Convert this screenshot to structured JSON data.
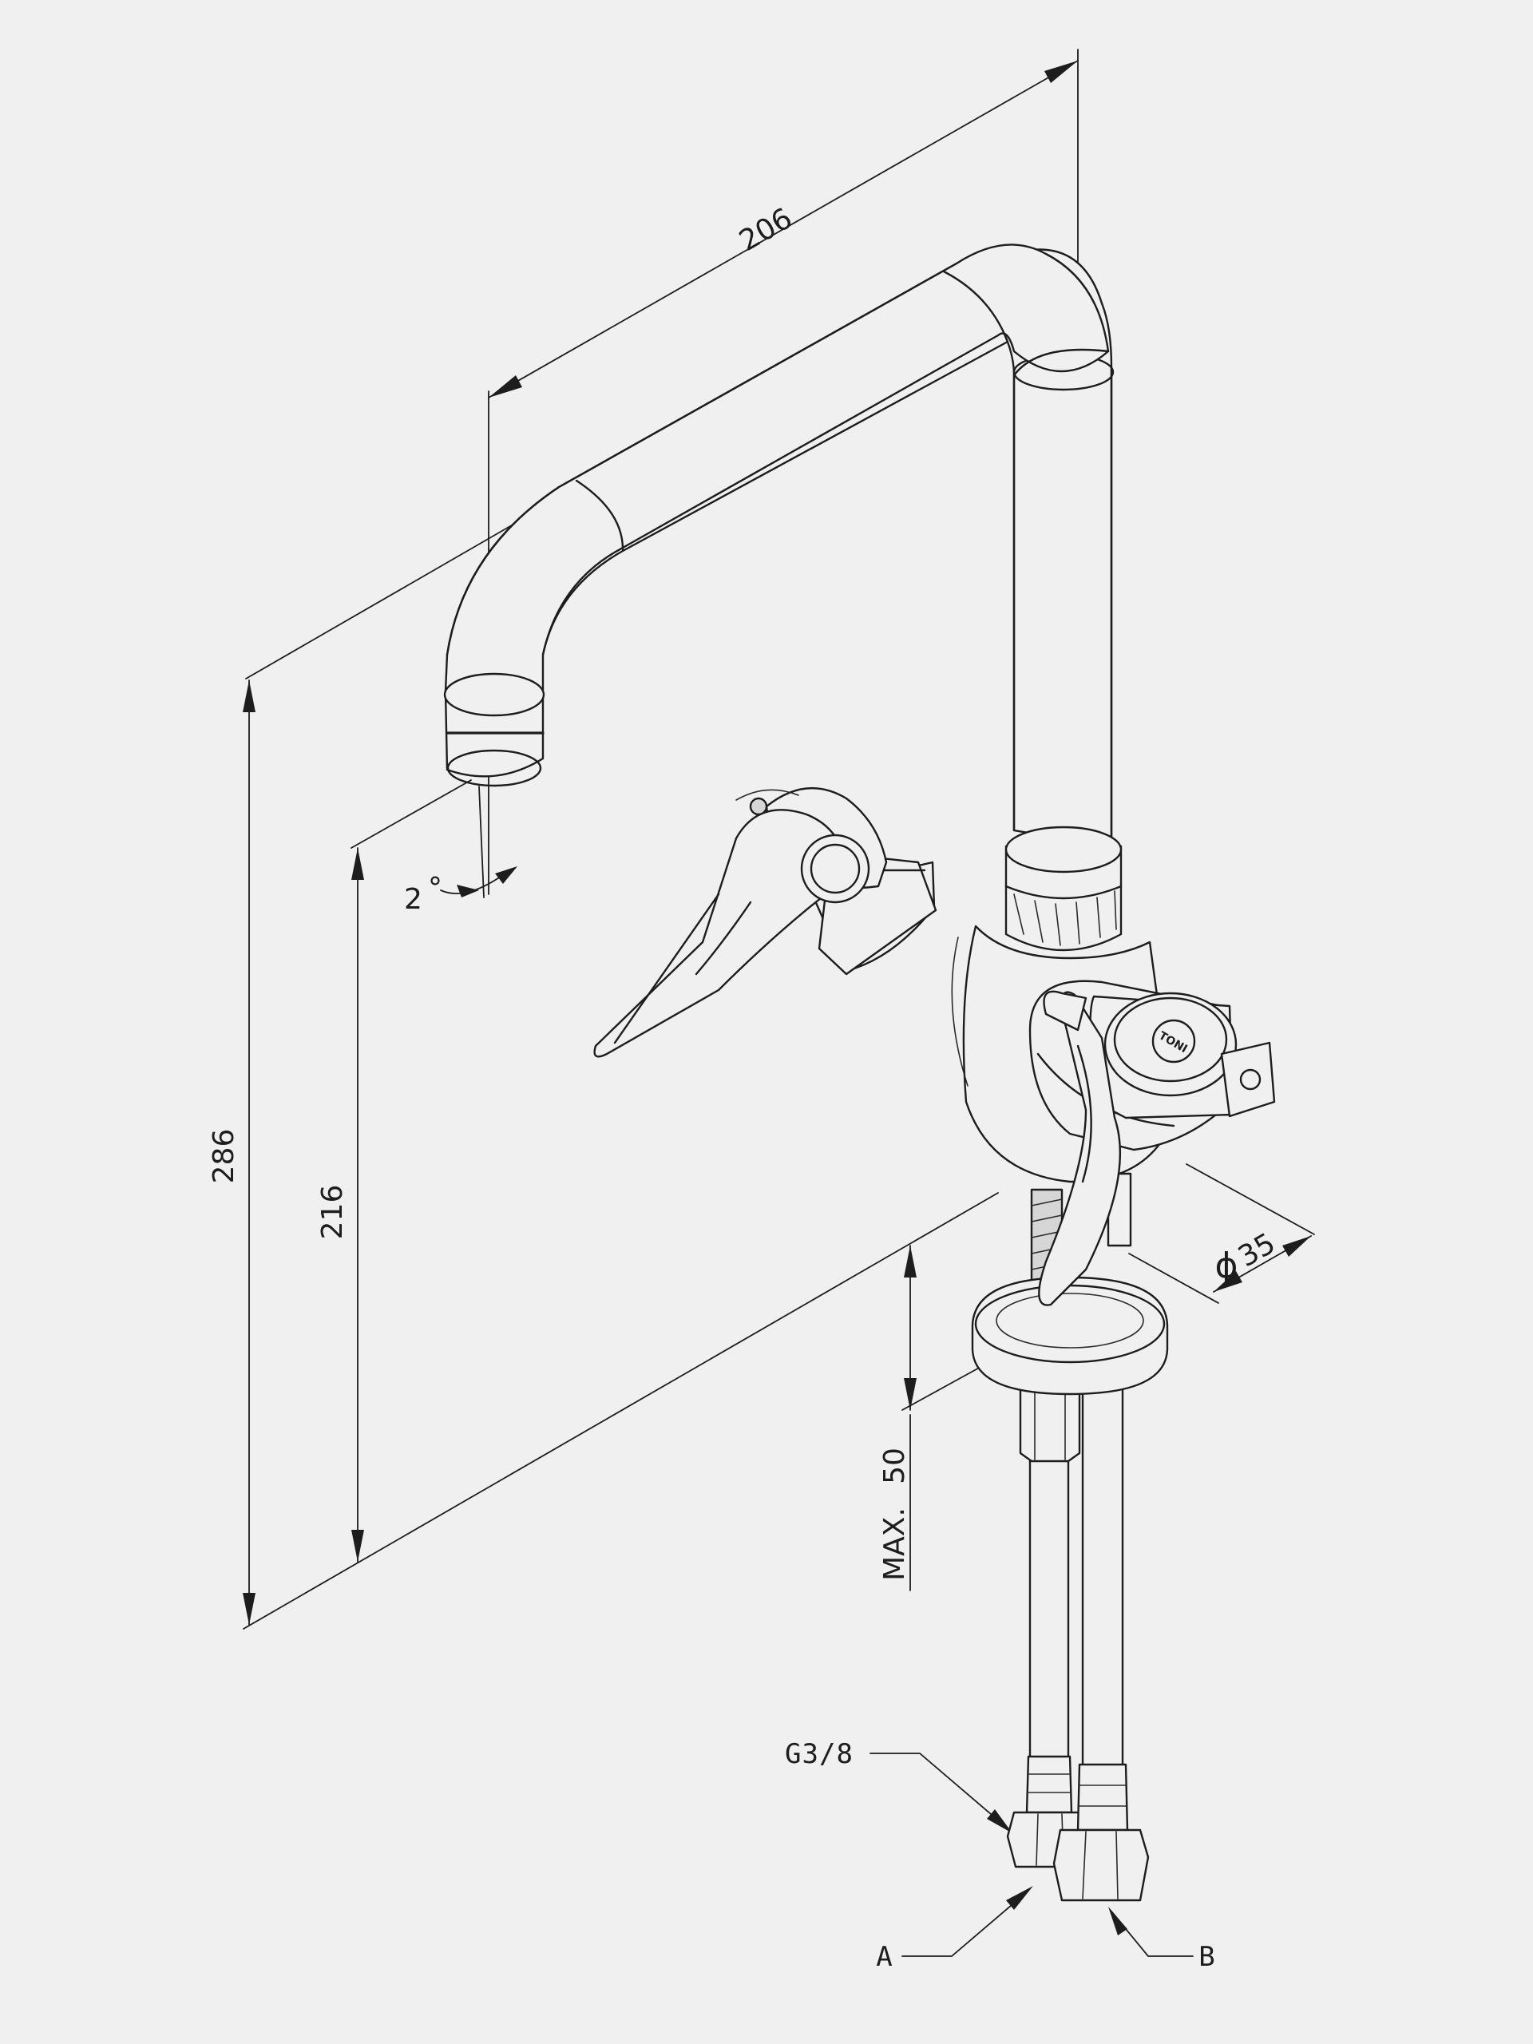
{
  "dimensions": {
    "reach": "206",
    "overall_height": "286",
    "spout_height": "216",
    "angle": "2",
    "angle_unit": "°",
    "max_label": "MAX.",
    "max_value": "50",
    "diameter_symbol": "ϕ",
    "diameter": "35"
  },
  "connections": {
    "thread": "G3/8",
    "inlet_a": "A",
    "inlet_b": "B"
  },
  "brand_mark": "TONI"
}
